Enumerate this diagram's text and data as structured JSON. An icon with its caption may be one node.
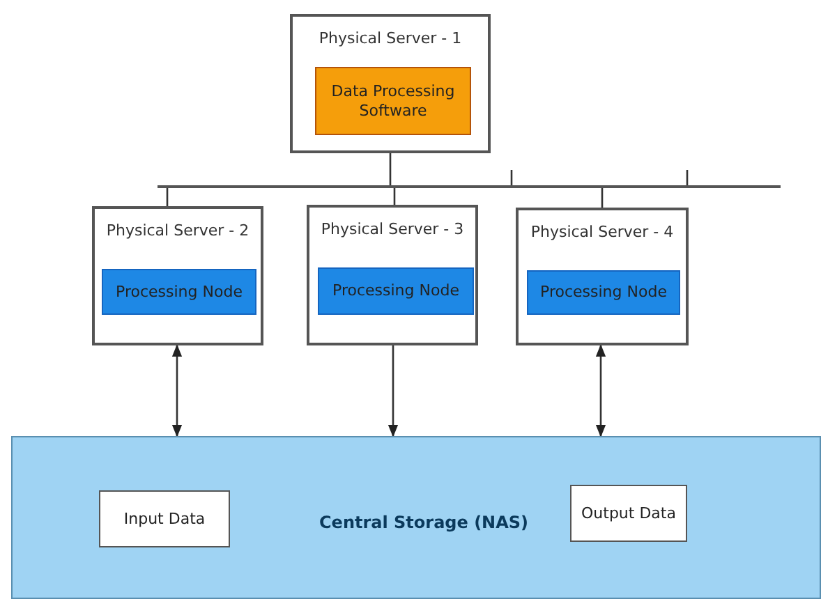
{
  "diagram": {
    "nodes": [
      {
        "text": [
          "Physical Server - 1"
        ]
      },
      {
        "text": [
          "Data Processing Software"
        ],
        "in": 0
      },
      {
        "text": [],
        "shape": "bar"
      },
      {
        "text": [
          "Physical Server - 2"
        ]
      },
      {
        "text": [
          "Processing Node"
        ],
        "in": 3
      },
      {
        "text": [
          "Physical Server - 3"
        ]
      },
      {
        "text": [
          "Processing Node"
        ],
        "in": 5
      },
      {
        "text": [
          "Physical Server - 4"
        ]
      },
      {
        "text": [
          "Processing Node"
        ],
        "in": 7
      },
      {
        "text": [
          "Central Storage (NAS)"
        ]
      },
      {
        "text": [
          "Input Data"
        ],
        "in": 9
      },
      {
        "text": [
          "Output Data"
        ],
        "in": 9
      }
    ],
    "edges": [
      {
        "from": 0,
        "to": 2,
        "arrow": "none"
      },
      {
        "from": 2,
        "to": 3,
        "arrow": "none"
      },
      {
        "from": 2,
        "to": 5,
        "arrow": "none"
      },
      {
        "from": 2,
        "to": 7,
        "arrow": "none"
      },
      {
        "from": 2,
        "to": null,
        "arrow": "none"
      },
      {
        "from": 2,
        "to": null,
        "arrow": "none"
      },
      {
        "from": 3,
        "to": 9,
        "arrow": "both"
      },
      {
        "from": 5,
        "to": 9,
        "arrow": "to"
      },
      {
        "from": 7,
        "to": 9,
        "arrow": "both"
      }
    ]
  }
}
